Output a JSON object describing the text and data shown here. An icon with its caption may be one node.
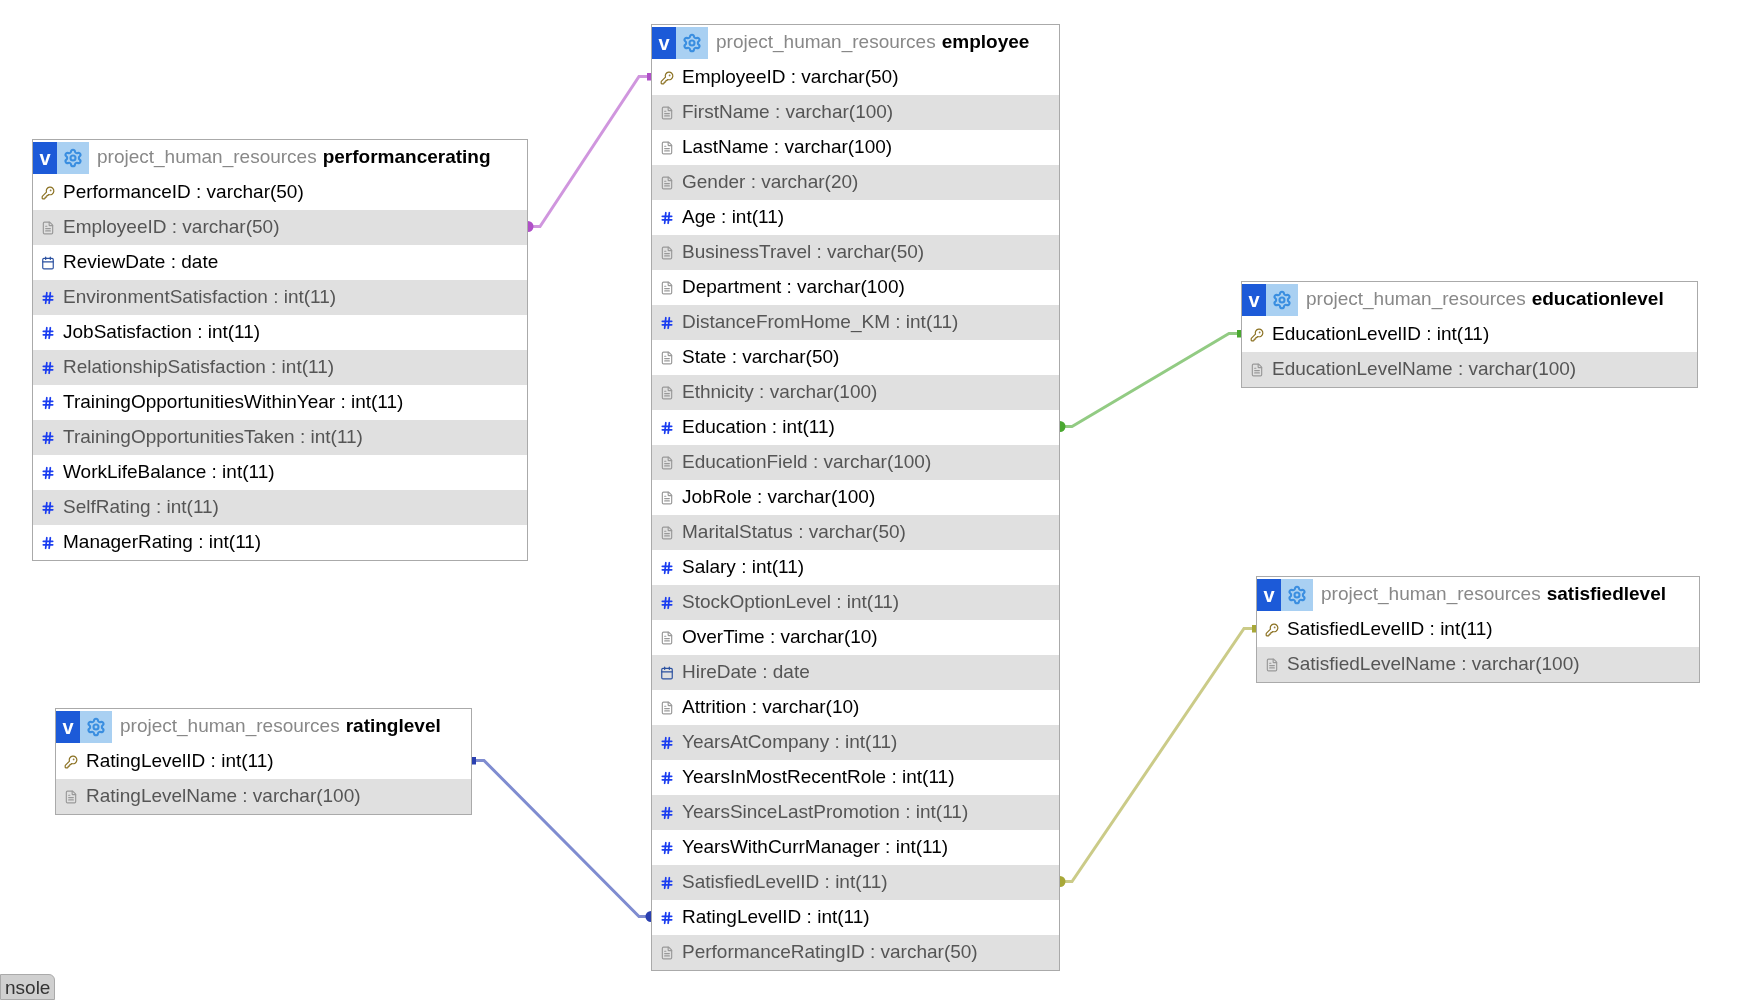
{
  "diagram": {
    "nodes": [
      {
        "text": [
          "v",
          "project_human_resources",
          "employee"
        ]
      },
      {
        "text": [
          "EmployeeID : varchar(50)"
        ],
        "in": 0
      },
      {
        "text": [
          "FirstName : varchar(100)"
        ],
        "in": 0
      },
      {
        "text": [
          "LastName : varchar(100)"
        ],
        "in": 0
      },
      {
        "text": [
          "Gender : varchar(20)"
        ],
        "in": 0
      },
      {
        "text": [
          "Age : int(11)"
        ],
        "in": 0
      },
      {
        "text": [
          "BusinessTravel : varchar(50)"
        ],
        "in": 0
      },
      {
        "text": [
          "Department : varchar(100)"
        ],
        "in": 0
      },
      {
        "text": [
          "DistanceFromHome_KM : int(11)"
        ],
        "in": 0
      },
      {
        "text": [
          "State : varchar(50)"
        ],
        "in": 0
      },
      {
        "text": [
          "Ethnicity : varchar(100)"
        ],
        "in": 0
      },
      {
        "text": [
          "Education : int(11)"
        ],
        "in": 0
      },
      {
        "text": [
          "EducationField : varchar(100)"
        ],
        "in": 0
      },
      {
        "text": [
          "JobRole : varchar(100)"
        ],
        "in": 0
      },
      {
        "text": [
          "MaritalStatus : varchar(50)"
        ],
        "in": 0
      },
      {
        "text": [
          "Salary : int(11)"
        ],
        "in": 0
      },
      {
        "text": [
          "StockOptionLevel : int(11)"
        ],
        "in": 0
      },
      {
        "text": [
          "OverTime : varchar(10)"
        ],
        "in": 0
      },
      {
        "text": [
          "HireDate : date"
        ],
        "in": 0
      },
      {
        "text": [
          "Attrition : varchar(10)"
        ],
        "in": 0
      },
      {
        "text": [
          "YearsAtCompany : int(11)"
        ],
        "in": 0
      },
      {
        "text": [
          "YearsInMostRecentRole : int(11)"
        ],
        "in": 0
      },
      {
        "text": [
          "YearsSinceLastPromotion : int(11)"
        ],
        "in": 0
      },
      {
        "text": [
          "YearsWithCurrManager : int(11)"
        ],
        "in": 0
      },
      {
        "text": [
          "SatisfiedLevelID : int(11)"
        ],
        "in": 0
      },
      {
        "text": [
          "RatingLevelID : int(11)"
        ],
        "in": 0
      },
      {
        "text": [
          "PerformanceRatingID : varchar(50)"
        ],
        "in": 0
      },
      {
        "text": [
          "v",
          "project_human_resources",
          "performancerating"
        ]
      },
      {
        "text": [
          "PerformanceID : varchar(50)"
        ],
        "in": 27
      },
      {
        "text": [
          "EmployeeID : varchar(50)"
        ],
        "in": 27
      },
      {
        "text": [
          "ReviewDate : date"
        ],
        "in": 27
      },
      {
        "text": [
          "EnvironmentSatisfaction : int(11)"
        ],
        "in": 27
      },
      {
        "text": [
          "JobSatisfaction : int(11)"
        ],
        "in": 27
      },
      {
        "text": [
          "RelationshipSatisfaction : int(11)"
        ],
        "in": 27
      },
      {
        "text": [
          "TrainingOpportunitiesWithinYear : int(11)"
        ],
        "in": 27
      },
      {
        "text": [
          "TrainingOpportunitiesTaken : int(11)"
        ],
        "in": 27
      },
      {
        "text": [
          "WorkLifeBalance : int(11)"
        ],
        "in": 27
      },
      {
        "text": [
          "SelfRating : int(11)"
        ],
        "in": 27
      },
      {
        "text": [
          "ManagerRating : int(11)"
        ],
        "in": 27
      },
      {
        "text": [
          "v",
          "project_human_resources",
          "educationlevel"
        ]
      },
      {
        "text": [
          "EducationLevelID : int(11)"
        ],
        "in": 39
      },
      {
        "text": [
          "EducationLevelName : varchar(100)"
        ],
        "in": 39
      },
      {
        "text": [
          "v",
          "project_human_resources",
          "satisfiedlevel"
        ]
      },
      {
        "text": [
          "SatisfiedLevelID : int(11)"
        ],
        "in": 42
      },
      {
        "text": [
          "SatisfiedLevelName : varchar(100)"
        ],
        "in": 42
      },
      {
        "text": [
          "v",
          "project_human_resources",
          "ratinglevel"
        ]
      },
      {
        "text": [
          "RatingLevelID : int(11)"
        ],
        "in": 45
      },
      {
        "text": [
          "RatingLevelName : varchar(100)"
        ],
        "in": 45
      }
    ],
    "edges": [
      {
        "from": 29,
        "to": 1,
        "arrow": "other",
        "color": "#b050c8"
      },
      {
        "from": 11,
        "to": 40,
        "arrow": "other",
        "color": "#4aa830"
      },
      {
        "from": 24,
        "to": 43,
        "arrow": "other",
        "color": "#a8a838"
      },
      {
        "from": 25,
        "to": 46,
        "arrow": "other",
        "color": "#2a40b0"
      }
    ],
    "labels": [
      "nsole"
    ]
  }
}
